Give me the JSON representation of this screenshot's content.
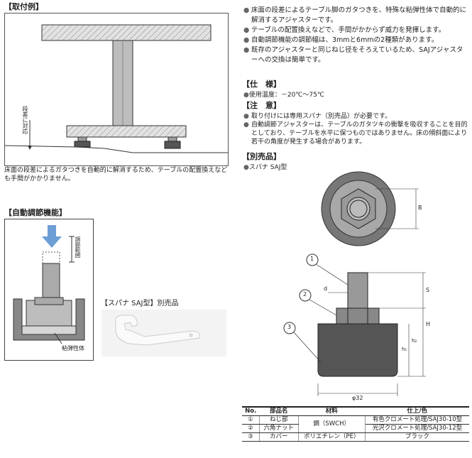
{
  "section_mount": {
    "header": "【取付例】",
    "floor_label": "段差に対応",
    "caption": "床面の段差によるガタつきを自動的に解消するため、テーブルの配置換えなども手間がかかりません。"
  },
  "section_auto": {
    "header": "【自動調節機能】",
    "range_label": "調節範囲",
    "material_label": "粘弾性体"
  },
  "wrench_box": {
    "title": "【スパナ SAJ型】別売品"
  },
  "features": [
    "床面の段差によるテーブル脚のガタつきを、特殊な粘弾性体で自動的に解消するアジャスターです。",
    "テーブルの配置換えなどで、手間がかからず威力を発揮します。",
    "自動調節機能の調節幅は、3mmと6mmの2種類があります。",
    "既存のアジャスターと同じねじ径をそろえているため、SAJアジャスターへの交換は簡単です。"
  ],
  "spec": {
    "header": "【仕　様】",
    "item": "使用温度：－20℃～75℃"
  },
  "notes": {
    "header": "【注　意】",
    "items": [
      "取り付けには専用スパナ（別売品）が必要です。",
      "自動調節アジャスターは、テーブルのガタツキの衝撃を吸収することを目的としており、テーブルを水平に保つものではありません。床の傾斜面により若干の角度が発生する場合があります。"
    ]
  },
  "separate": {
    "header": "【別売品】",
    "item": "スパナ SAJ型"
  },
  "drawing": {
    "callouts": [
      "1",
      "2",
      "3"
    ],
    "dim_d": "d",
    "dim_B": "B",
    "dim_S": "S",
    "dim_H": "H",
    "dim_h1": "h₁",
    "dim_h2": "h₂",
    "dim_dia": "φ32"
  },
  "parts_table": {
    "headers": [
      "No.",
      "部品名",
      "材料",
      "仕上/色"
    ],
    "rows": [
      {
        "no": "①",
        "name": "ねじ部",
        "finish": "有色クロメート処理/SAJ30-10型"
      },
      {
        "no": "②",
        "name": "六角ナット",
        "finish": "光沢クロメート処理/SAJ30-12型"
      },
      {
        "no": "③",
        "name": "カバー",
        "material": "ポリエチレン（PE）",
        "finish": "ブラック"
      }
    ],
    "shared_material": "鋼（SWCH）"
  }
}
